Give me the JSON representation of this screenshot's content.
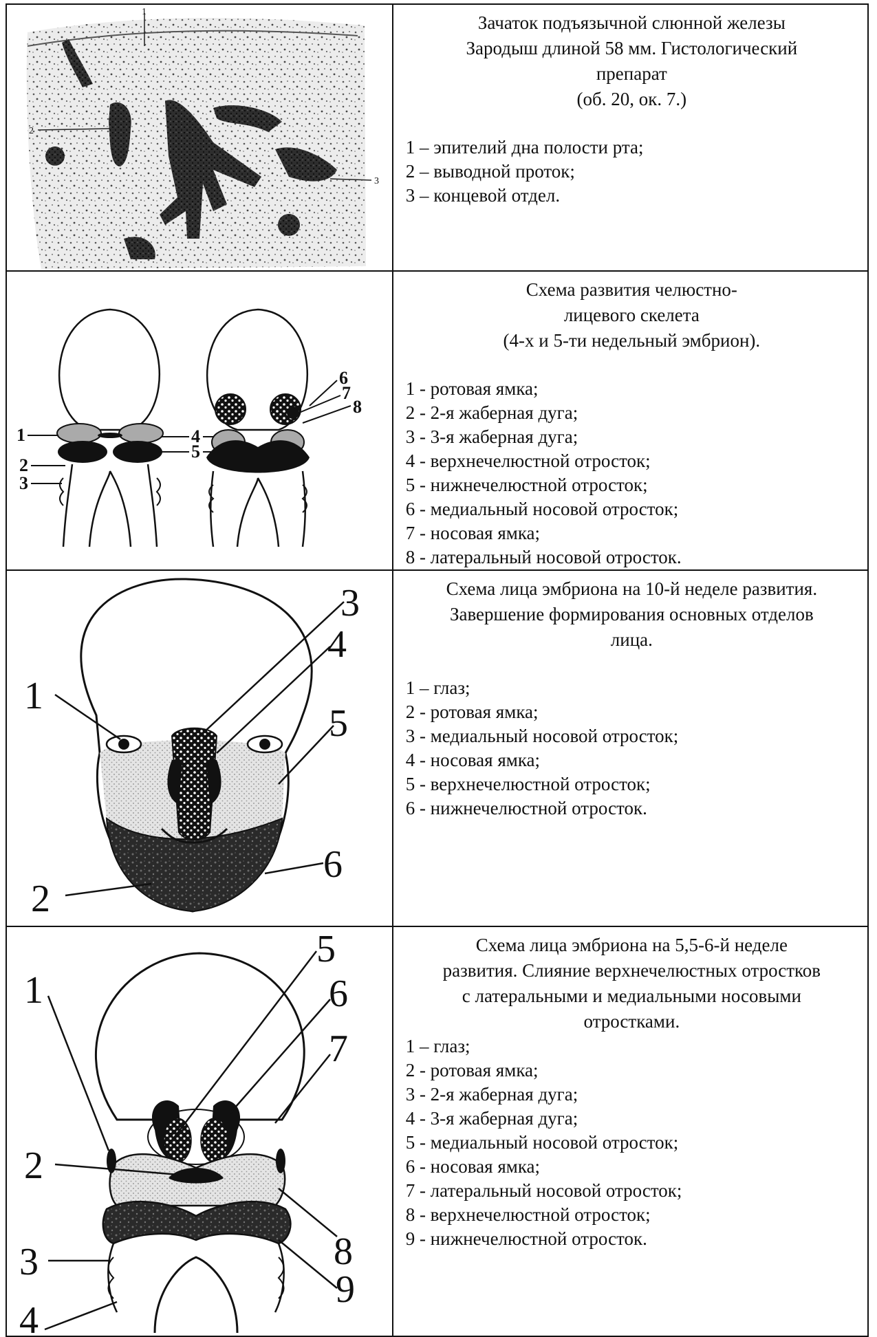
{
  "rows": [
    {
      "caption": [
        "Зачаток подъязычной слюнной железы",
        "Зародыш длиной 58 мм. Гистологический",
        "препарат",
        "(об. 20, ок. 7.)"
      ],
      "legend": [
        "1 – эпителий дна полости рта;",
        "2 – выводной проток;",
        "3 – концевой отдел."
      ],
      "figure_labels": [
        "1",
        "2",
        "3"
      ]
    },
    {
      "caption": [
        "Схема развития челюстно-",
        "лицевого скелета",
        "(4-х и 5-ти недельный эмбрион)."
      ],
      "legend": [
        "1 - ротовая ямка;",
        "2 - 2-я жаберная дуга;",
        "3 - 3-я жаберная дуга;",
        "4 - верхнечелюстной отросток;",
        "5 - нижнечелюстной отросток;",
        "6 - медиальный носовой отросток;",
        "7 - носовая ямка;",
        "8 - латеральный носовой отросток."
      ],
      "figure_labels": [
        "1",
        "2",
        "3",
        "4",
        "5",
        "6",
        "7",
        "8"
      ]
    },
    {
      "caption": [
        "Схема лица эмбриона на 10-й неделе развития.",
        "Завершение формирования основных отделов",
        "лица."
      ],
      "legend": [
        "1 – глаз;",
        "2 - ротовая ямка;",
        "3 - медиальный носовой отросток;",
        "4 - носовая ямка;",
        "5 - верхнечелюстной отросток;",
        "6 - нижнечелюстной отросток."
      ],
      "figure_labels": [
        "1",
        "2",
        "3",
        "4",
        "5",
        "6"
      ]
    },
    {
      "caption": [
        "Схема лица эмбриона на 5,5-6-й неделе",
        "развития. Слияние верхнечелюстных отростков",
        "с латеральными и медиальными носовыми",
        "отростками."
      ],
      "legend": [
        "1 – глаз;",
        "2 - ротовая ямка;",
        "3 - 2-я жаберная дуга;",
        "4 - 3-я жаберная дуга;",
        "5 - медиальный носовой отросток;",
        "6 - носовая ямка;",
        "7 - латеральный носовой отросток;",
        "8 - верхнечелюстной отросток;",
        "9 - нижнечелюстной отросток."
      ],
      "figure_labels": [
        "1",
        "2",
        "3",
        "4",
        "5",
        "6",
        "7",
        "8",
        "9"
      ]
    }
  ]
}
